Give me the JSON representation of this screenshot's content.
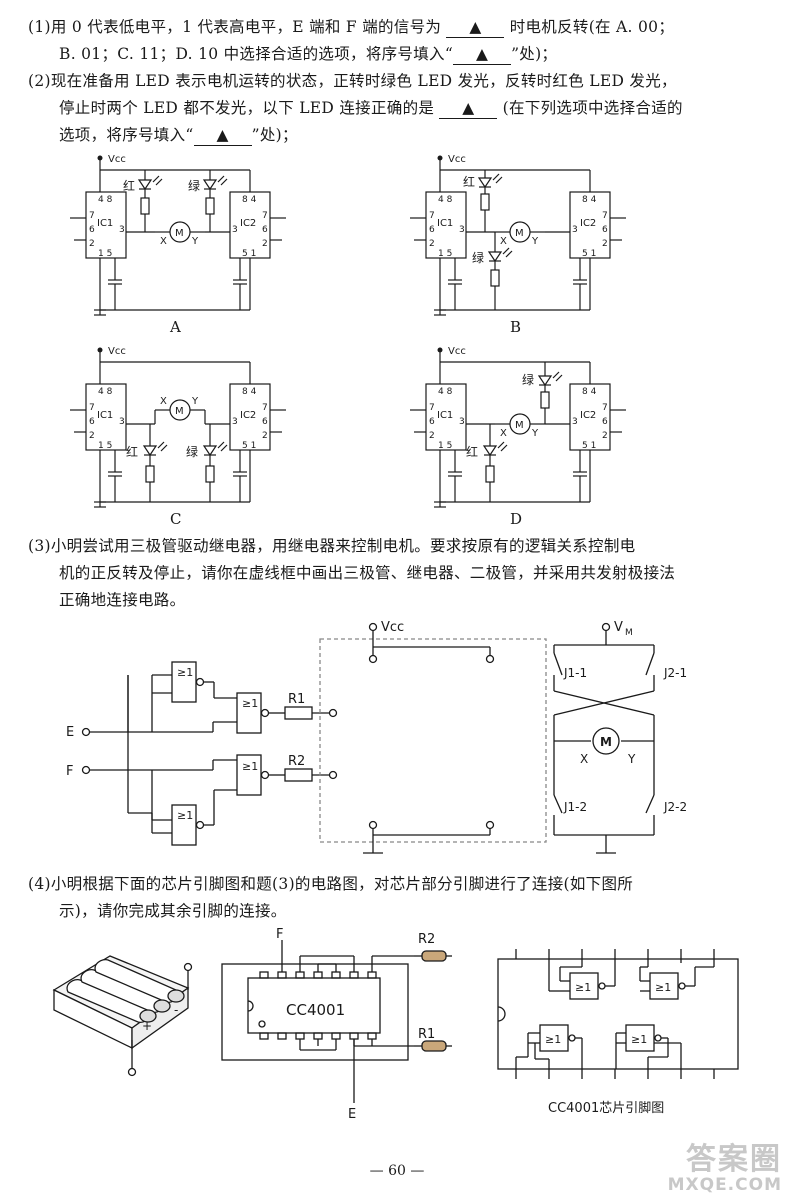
{
  "blank_marker": "▲",
  "q1": {
    "line1_a": "(1)用 0 代表低电平，1 代表高电平，E 端和 F 端的信号为",
    "line1_b": "时电机反转(在 A. 00；",
    "line2_a": "B. 01；C. 11；D. 10 中选择合适的选项，将序号填入“",
    "line2_b": "”处)；"
  },
  "q2": {
    "line1": "(2)现在准备用 LED 表示电机运转的状态，正转时绿色 LED 发光，反转时红色 LED 发光，",
    "line2_a": "停止时两个 LED 都不发光，以下 LED 连接正确的是",
    "line2_b": "(在下列选项中选择合适的",
    "line3_a": "选项，将序号填入“",
    "line3_b": "”处)；",
    "circuit_labels": {
      "vcc": "Vcc",
      "ic1": "IC1",
      "ic2": "IC2",
      "red": "红",
      "green": "绿",
      "motor": "M",
      "x": "X",
      "y": "Y",
      "pins_top": "4 8",
      "pin7": "7",
      "pin6": "6",
      "pin2": "2",
      "pin3": "3",
      "pins_bottom": "1 5",
      "ic2_pins_top": "8 4",
      "ic2_pins_bottom": "5 1"
    },
    "options": [
      "A",
      "B",
      "C",
      "D"
    ]
  },
  "q3": {
    "line1": "(3)小明尝试用三极管驱动继电器，用继电器来控制电机。要求按原有的逻辑关系控制电",
    "line2": "机的正反转及停止，请你在虚线框中画出三极管、继电器、二极管，并采用共发射极接法",
    "line3": "正确地连接电路。",
    "diagram": {
      "vcc": "Vcc",
      "vm": "V",
      "vm_sub": "M",
      "e": "E",
      "f": "F",
      "r1": "R1",
      "r2": "R2",
      "gate": "≥1",
      "j1_1": "J1-1",
      "j2_1": "J2-1",
      "j1_2": "J1-2",
      "j2_2": "J2-2",
      "motor": "M",
      "x": "X",
      "y": "Y"
    }
  },
  "q4": {
    "line1": "(4)小明根据下面的芯片引脚图和题(3)的电路图，对芯片部分引脚进行了连接(如下图所",
    "line2": "示)，请你完成其余引脚的连接。",
    "chip_name": "CC4001",
    "f": "F",
    "e": "E",
    "r1": "R1",
    "r2": "R2",
    "plus": "+",
    "minus": "-",
    "pinout_caption": "CC4001芯片引脚图",
    "gate": "≥1"
  },
  "page_number": "— 60 —",
  "watermark": {
    "line1": "答案圈",
    "line2": "MXQE.COM"
  }
}
